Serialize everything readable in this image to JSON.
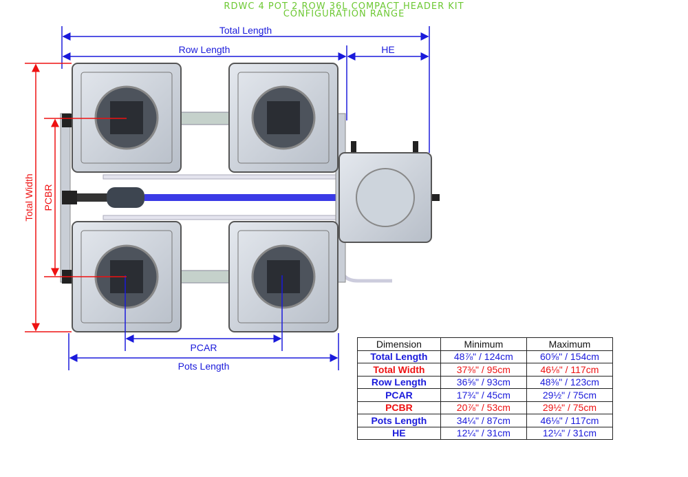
{
  "title": {
    "line1": "RDWC 4 POT 2 ROW 36L COMPACT HEADER KIT",
    "line2": "CONFIGURATION RANGE"
  },
  "dimensions": {
    "total_length": "Total Length",
    "row_length": "Row Length",
    "he": "HE",
    "total_width": "Total Width",
    "pcbr": "PCBR",
    "pcar": "PCAR",
    "pots_length": "Pots Length"
  },
  "colors": {
    "blue": "#1a1adb",
    "red": "#ee1111",
    "title_green": "#6cc832"
  },
  "table": {
    "headers": [
      "Dimension",
      "Minimum",
      "Maximum"
    ],
    "rows": [
      {
        "name": "Total Length",
        "min": "48⅞\" / 124cm",
        "max": "60⅝\" / 154cm",
        "color": "#1a1adb"
      },
      {
        "name": "Total Width",
        "min": "37⅜\" / 95cm",
        "max": "46⅛\" / 117cm",
        "color": "#ee1111"
      },
      {
        "name": "Row Length",
        "min": "36⅝\" / 93cm",
        "max": "48⅜\" / 123cm",
        "color": "#1a1adb"
      },
      {
        "name": "PCAR",
        "min": "17¾\" / 45cm",
        "max": "29½\" / 75cm",
        "color": "#1a1adb"
      },
      {
        "name": "PCBR",
        "min": "20⅞\" / 53cm",
        "max": "29½\" / 75cm",
        "color": "#ee1111"
      },
      {
        "name": "Pots Length",
        "min": "34¼\" / 87cm",
        "max": "46⅛\" / 117cm",
        "color": "#1a1adb"
      },
      {
        "name": "HE",
        "min": "12¼\" / 31cm",
        "max": "12¼\" / 31cm",
        "color": "#1a1adb"
      }
    ]
  }
}
